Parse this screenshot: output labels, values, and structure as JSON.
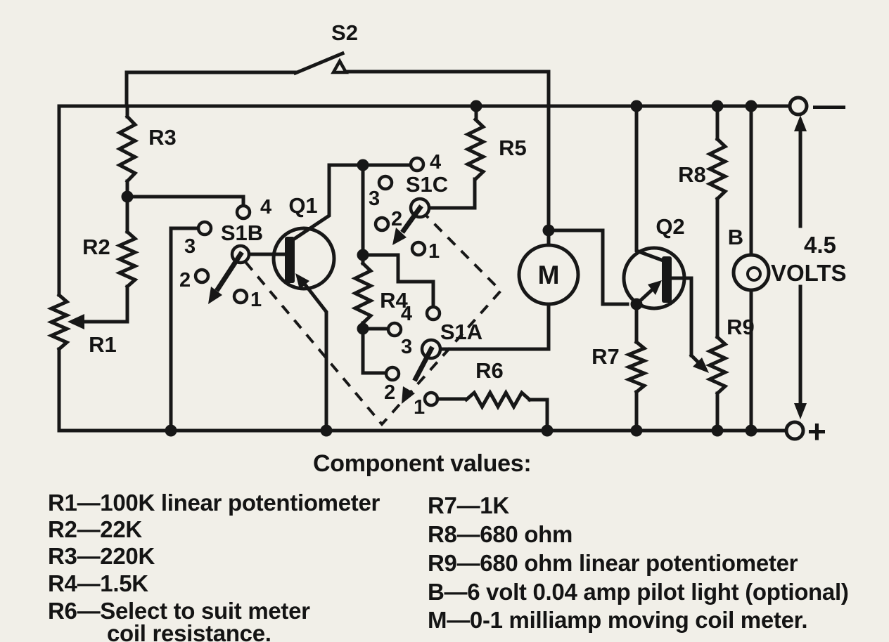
{
  "schematic": {
    "components": {
      "r1": "R1",
      "r2": "R2",
      "r3": "R3",
      "r4": "R4",
      "r5": "R5",
      "r6": "R6",
      "r7": "R7",
      "r8": "R8",
      "r9": "R9",
      "q1": "Q1",
      "q2": "Q2",
      "meter": "M",
      "lamp": "B"
    },
    "switches": {
      "s2": {
        "label": "S2"
      },
      "s1a": {
        "label": "S1A",
        "contacts": [
          "1",
          "2",
          "3",
          "4"
        ]
      },
      "s1b": {
        "label": "S1B",
        "contacts": [
          "1",
          "2",
          "3",
          "4"
        ]
      },
      "s1c": {
        "label": "S1C",
        "contacts": [
          "1",
          "2",
          "3",
          "4"
        ]
      }
    },
    "battery": {
      "voltage": "4.5",
      "unit": "VOLTS",
      "plus": "+",
      "minus": "—"
    }
  },
  "legend": {
    "heading": "Component values:",
    "left": [
      "R1—100K linear potentiometer",
      "R2—22K",
      "R3—220K",
      "R4—1.5K",
      "R6—Select to suit meter",
      "coil resistance."
    ],
    "right": [
      "R7—1K",
      "R8—680 ohm",
      "R9—680 ohm linear potentiometer",
      "B—6 volt 0.04 amp pilot light (optional)",
      "M—0-1 milliamp moving coil meter."
    ]
  }
}
